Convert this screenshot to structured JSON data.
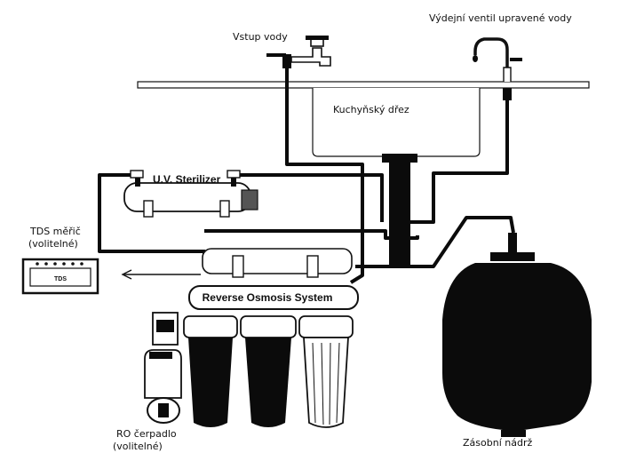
{
  "labels": {
    "water_inlet": "Vstup vody",
    "faucet": "Výdejní ventil upravené vody",
    "sink": "Kuchyňský dřez",
    "uv_sterilizer": "U.V. Sterilizer",
    "tds_meter_line1": "TDS měřič",
    "tds_meter_line2": "(volitelné)",
    "tds_display": "TDS",
    "ro_system": "Reverse Osmosis System",
    "ro_pump_line1": "RO čerpadlo",
    "ro_pump_line2": "(volitelné)",
    "storage_tank": "Zásobní nádrž"
  },
  "colors": {
    "line": "#111111",
    "fill_dark": "#0b0b0b",
    "fill_light": "#f4f4f4",
    "background": "#ffffff"
  }
}
